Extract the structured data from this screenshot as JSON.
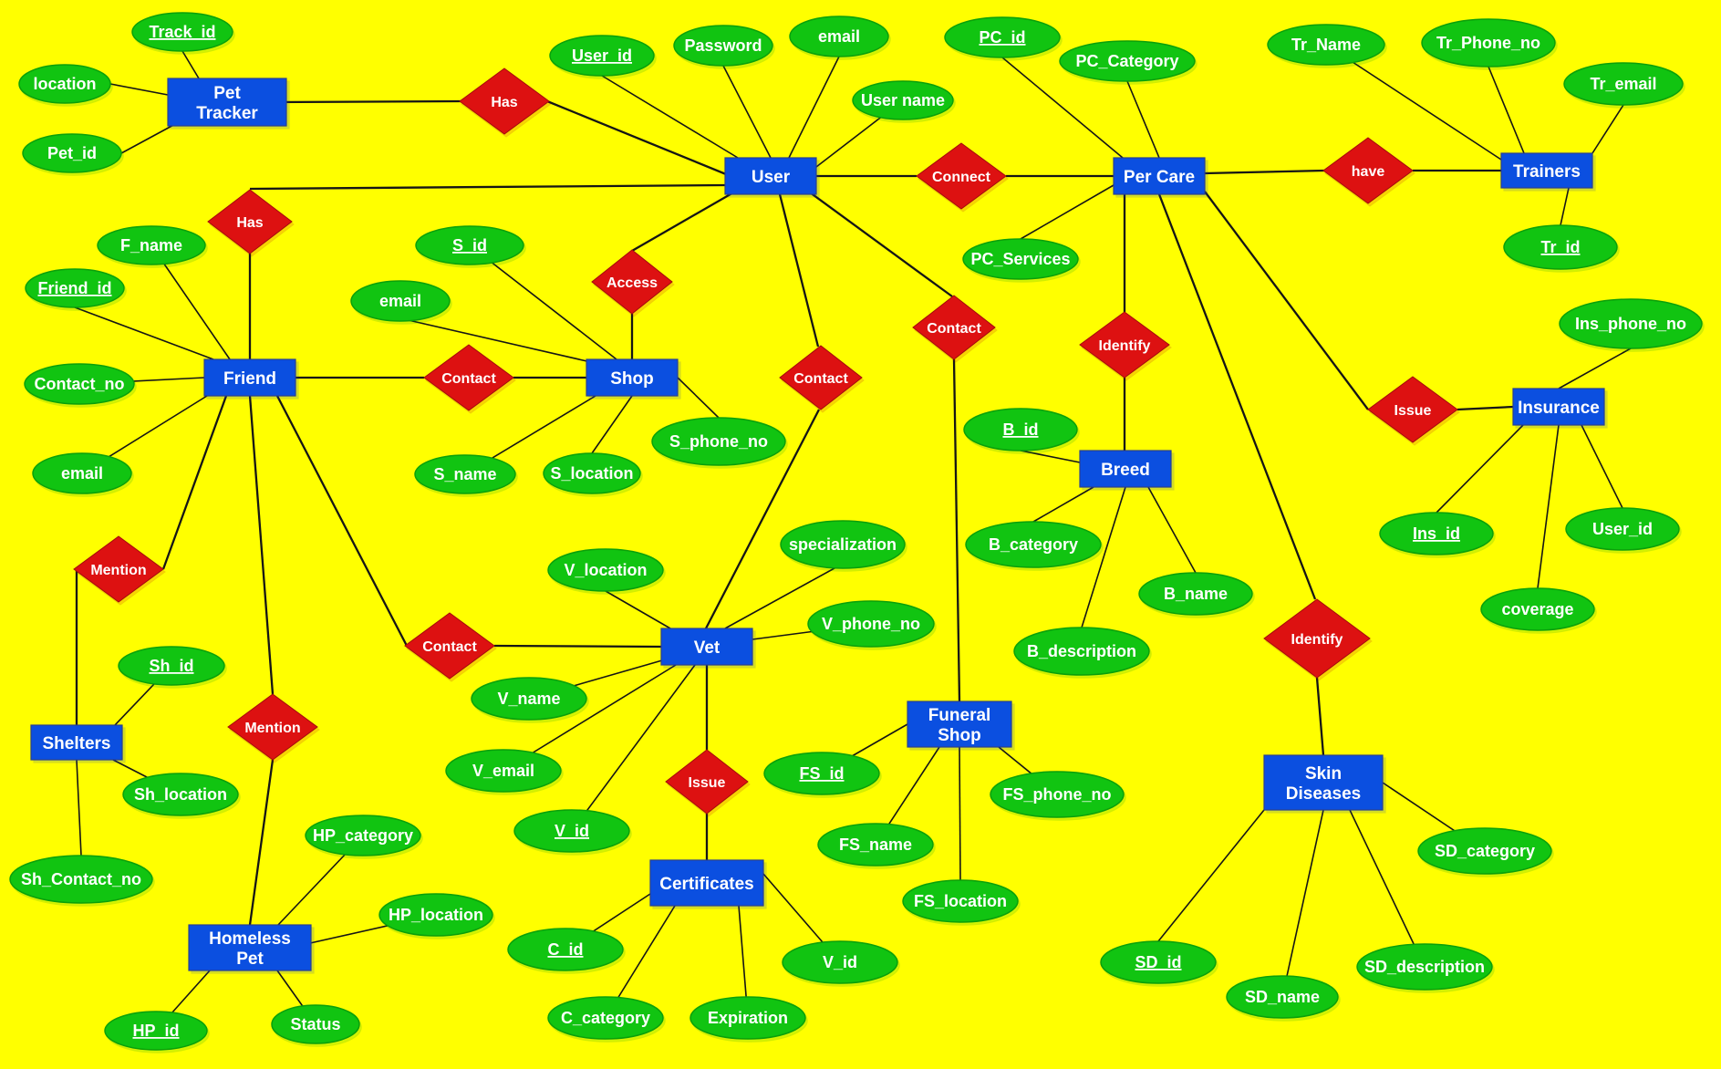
{
  "diagram_type": "entity-relationship",
  "colors": {
    "background": "#ffff00",
    "entity": "#0b4fe0",
    "relationship": "#dd1111",
    "attribute": "#11c411",
    "text": "#ffffff"
  },
  "entities": [
    {
      "id": "user",
      "label": "User"
    },
    {
      "id": "pet_tracker",
      "label": "Pet\nTracker"
    },
    {
      "id": "per_care",
      "label": "Per Care"
    },
    {
      "id": "trainers",
      "label": "Trainers"
    },
    {
      "id": "friend",
      "label": "Friend"
    },
    {
      "id": "shop",
      "label": "Shop"
    },
    {
      "id": "vet",
      "label": "Vet"
    },
    {
      "id": "breed",
      "label": "Breed"
    },
    {
      "id": "insurance",
      "label": "Insurance"
    },
    {
      "id": "shelters",
      "label": "Shelters"
    },
    {
      "id": "homeless_pet",
      "label": "Homeless\nPet"
    },
    {
      "id": "certificates",
      "label": "Certificates"
    },
    {
      "id": "funeral_shop",
      "label": "Funeral\nShop"
    },
    {
      "id": "skin_diseases",
      "label": "Skin\nDiseases"
    }
  ],
  "relationships": [
    {
      "id": "has_tracker",
      "label": "Has",
      "connects": [
        "pet_tracker",
        "user"
      ]
    },
    {
      "id": "connect",
      "label": "Connect",
      "connects": [
        "user",
        "per_care"
      ]
    },
    {
      "id": "have",
      "label": "have",
      "connects": [
        "per_care",
        "trainers"
      ]
    },
    {
      "id": "has_friend",
      "label": "Has",
      "connects": [
        "user",
        "friend"
      ]
    },
    {
      "id": "access",
      "label": "Access",
      "connects": [
        "user",
        "shop"
      ]
    },
    {
      "id": "contact_fs",
      "label": "Contact",
      "connects": [
        "friend",
        "shop"
      ]
    },
    {
      "id": "contact_uv",
      "label": "Contact",
      "connects": [
        "user",
        "vet"
      ]
    },
    {
      "id": "contact_ufun",
      "label": "Contact",
      "connects": [
        "user",
        "funeral_shop"
      ]
    },
    {
      "id": "identify_breed",
      "label": "Identify",
      "connects": [
        "per_care",
        "breed"
      ]
    },
    {
      "id": "issue_ins",
      "label": "Issue",
      "connects": [
        "per_care",
        "insurance"
      ]
    },
    {
      "id": "mention_shelters",
      "label": "Mention",
      "connects": [
        "friend",
        "shelters"
      ]
    },
    {
      "id": "contact_fv",
      "label": "Contact",
      "connects": [
        "friend",
        "vet"
      ]
    },
    {
      "id": "identify_sd",
      "label": "Identify",
      "connects": [
        "per_care",
        "skin_diseases"
      ]
    },
    {
      "id": "mention_hp",
      "label": "Mention",
      "connects": [
        "friend",
        "homeless_pet"
      ]
    },
    {
      "id": "issue_cert",
      "label": "Issue",
      "connects": [
        "vet",
        "certificates"
      ]
    }
  ],
  "attributes": [
    {
      "label": "Track_id",
      "key": true,
      "entity": "pet_tracker"
    },
    {
      "label": "location",
      "key": false,
      "entity": "pet_tracker"
    },
    {
      "label": "Pet_id",
      "key": false,
      "entity": "pet_tracker"
    },
    {
      "label": "User_id",
      "key": true,
      "entity": "user"
    },
    {
      "label": "Password",
      "key": false,
      "entity": "user"
    },
    {
      "label": "email",
      "key": false,
      "entity": "user"
    },
    {
      "label": "User name",
      "key": false,
      "entity": "user"
    },
    {
      "label": "PC_id",
      "key": true,
      "entity": "per_care"
    },
    {
      "label": "PC_Category",
      "key": false,
      "entity": "per_care"
    },
    {
      "label": "PC_Services",
      "key": false,
      "entity": "per_care"
    },
    {
      "label": "Tr_Name",
      "key": false,
      "entity": "trainers"
    },
    {
      "label": "Tr_Phone_no",
      "key": false,
      "entity": "trainers"
    },
    {
      "label": "Tr_email",
      "key": false,
      "entity": "trainers"
    },
    {
      "label": "Tr_id",
      "key": true,
      "entity": "trainers"
    },
    {
      "label": "F_name",
      "key": false,
      "entity": "friend"
    },
    {
      "label": "Friend_id",
      "key": true,
      "entity": "friend"
    },
    {
      "label": "Contact_no",
      "key": false,
      "entity": "friend"
    },
    {
      "label": "email",
      "key": false,
      "entity": "friend"
    },
    {
      "label": "S_id",
      "key": true,
      "entity": "shop"
    },
    {
      "label": "email",
      "key": false,
      "entity": "shop"
    },
    {
      "label": "S_name",
      "key": false,
      "entity": "shop"
    },
    {
      "label": "S_location",
      "key": false,
      "entity": "shop"
    },
    {
      "label": "S_phone_no",
      "key": false,
      "entity": "shop"
    },
    {
      "label": "Ins_phone_no",
      "key": false,
      "entity": "insurance"
    },
    {
      "label": "Ins_id",
      "key": true,
      "entity": "insurance"
    },
    {
      "label": "User_id",
      "key": false,
      "entity": "insurance"
    },
    {
      "label": "coverage",
      "key": false,
      "entity": "insurance"
    },
    {
      "label": "B_id",
      "key": true,
      "entity": "breed"
    },
    {
      "label": "B_category",
      "key": false,
      "entity": "breed"
    },
    {
      "label": "B_name",
      "key": false,
      "entity": "breed"
    },
    {
      "label": "B_description",
      "key": false,
      "entity": "breed"
    },
    {
      "label": "V_location",
      "key": false,
      "entity": "vet"
    },
    {
      "label": "specialization",
      "key": false,
      "entity": "vet"
    },
    {
      "label": "V_phone_no",
      "key": false,
      "entity": "vet"
    },
    {
      "label": "V_name",
      "key": false,
      "entity": "vet"
    },
    {
      "label": "V_email",
      "key": false,
      "entity": "vet"
    },
    {
      "label": "V_id",
      "key": true,
      "entity": "vet"
    },
    {
      "label": "Sh_id",
      "key": true,
      "entity": "shelters"
    },
    {
      "label": "Sh_location",
      "key": false,
      "entity": "shelters"
    },
    {
      "label": "Sh_Contact_no",
      "key": false,
      "entity": "shelters"
    },
    {
      "label": "HP_category",
      "key": false,
      "entity": "homeless_pet"
    },
    {
      "label": "HP_location",
      "key": false,
      "entity": "homeless_pet"
    },
    {
      "label": "HP_id",
      "key": true,
      "entity": "homeless_pet"
    },
    {
      "label": "Status",
      "key": false,
      "entity": "homeless_pet"
    },
    {
      "label": "C_id",
      "key": true,
      "entity": "certificates"
    },
    {
      "label": "C_category",
      "key": false,
      "entity": "certificates"
    },
    {
      "label": "Expiration",
      "key": false,
      "entity": "certificates"
    },
    {
      "label": "V_id",
      "key": false,
      "entity": "certificates"
    },
    {
      "label": "FS_id",
      "key": true,
      "entity": "funeral_shop"
    },
    {
      "label": "FS_name",
      "key": false,
      "entity": "funeral_shop"
    },
    {
      "label": "FS_location",
      "key": false,
      "entity": "funeral_shop"
    },
    {
      "label": "FS_phone_no",
      "key": false,
      "entity": "funeral_shop"
    },
    {
      "label": "SD_id",
      "key": true,
      "entity": "skin_diseases"
    },
    {
      "label": "SD_name",
      "key": false,
      "entity": "skin_diseases"
    },
    {
      "label": "SD_description",
      "key": false,
      "entity": "skin_diseases"
    },
    {
      "label": "SD_category",
      "key": false,
      "entity": "skin_diseases"
    }
  ]
}
